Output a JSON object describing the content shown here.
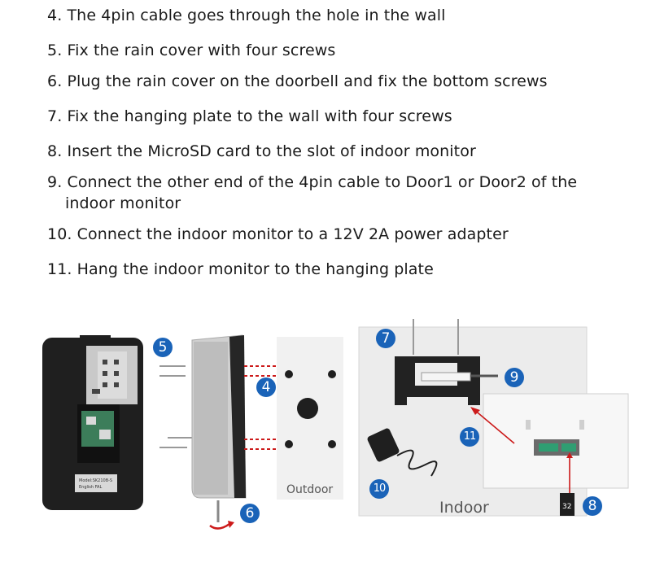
{
  "steps": [
    {
      "text": "4. The 4pin cable goes through the hole in the wall"
    },
    {
      "text": "5. Fix the rain cover with four screws"
    },
    {
      "text": "6. Plug the rain cover on the doorbell and fix the bottom screws"
    },
    {
      "text": "7. Fix the hanging plate to the wall with four screws"
    },
    {
      "text": "8. Insert the MicroSD card to the slot of indoor monitor"
    },
    {
      "text": "9. Connect the other end of the 4pin cable to Door1 or Door2 of the",
      "cont": "indoor monitor"
    },
    {
      "text": "10. Connect the indoor monitor to a 12V 2A power adapter"
    },
    {
      "text": "11. Hang the indoor monitor to the hanging plate"
    }
  ],
  "callouts": [
    "5",
    "4",
    "6",
    "7",
    "9",
    "11",
    "10",
    "8"
  ],
  "captions": {
    "outdoor": "Outdoor",
    "indoor": "Indoor"
  },
  "labels": {
    "model_tag_line1": "Model:SK210B-S",
    "model_tag_line2": "English FAL",
    "sd_card": "32"
  },
  "colors": {
    "badge": "#1a63b8",
    "arrow": "#cc1a1a",
    "device_dark": "#1f1f1f"
  }
}
